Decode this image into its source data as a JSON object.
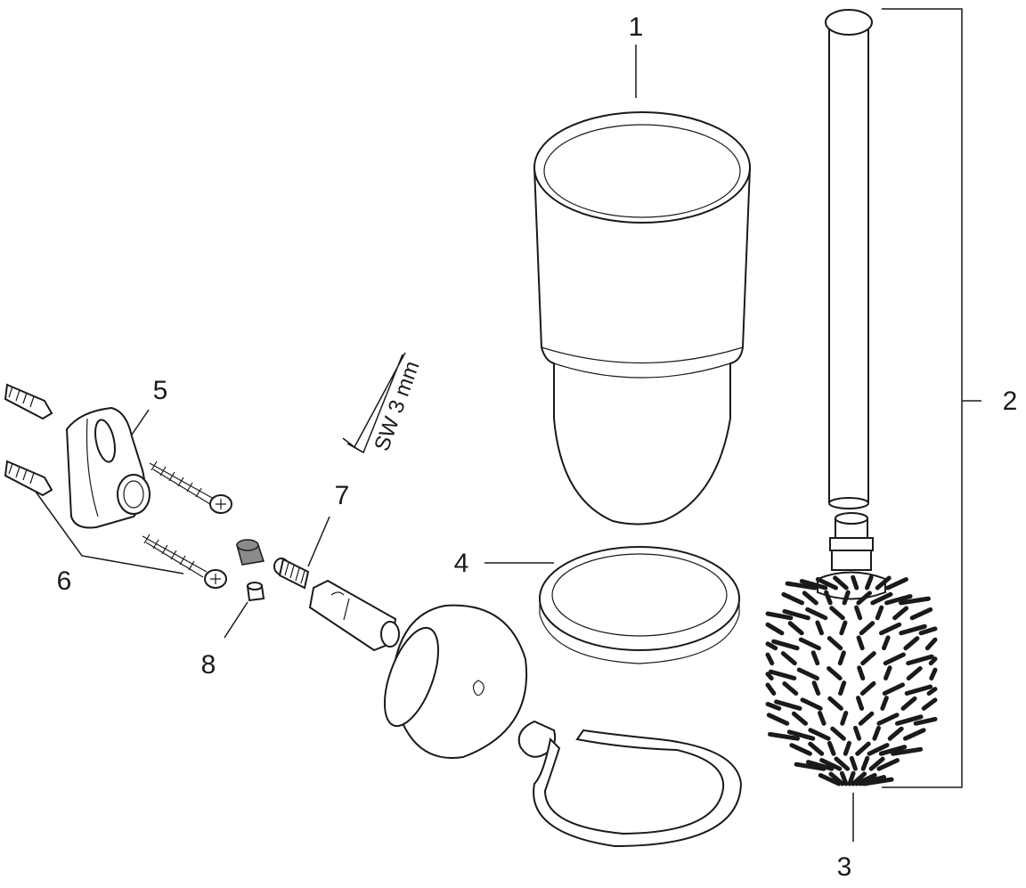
{
  "diagram": {
    "callouts": {
      "c1": "1",
      "c2": "2",
      "c3": "3",
      "c4": "4",
      "c5": "5",
      "c6": "6",
      "c7": "7",
      "c8": "8"
    },
    "tool_label": "SW 3 mm"
  }
}
